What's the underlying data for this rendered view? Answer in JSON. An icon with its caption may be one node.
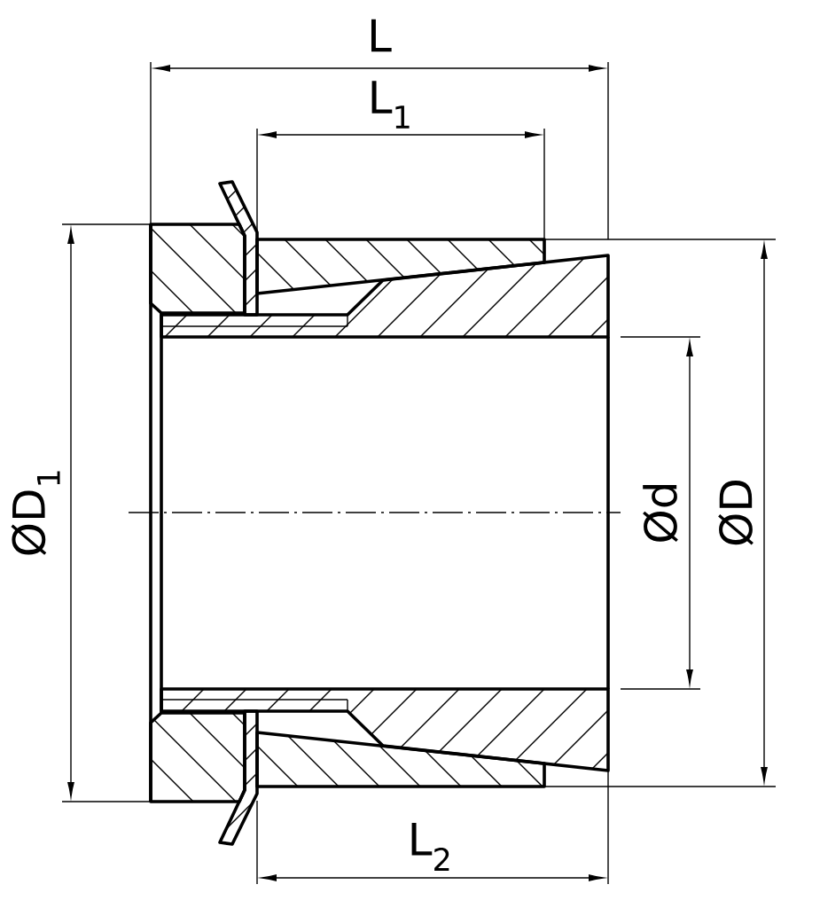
{
  "diagram": {
    "labels": [
      "L",
      "L$_{1}$",
      "ØD$_{1}$",
      "Ød",
      "ØD",
      "L$_{2}$"
    ]
  }
}
